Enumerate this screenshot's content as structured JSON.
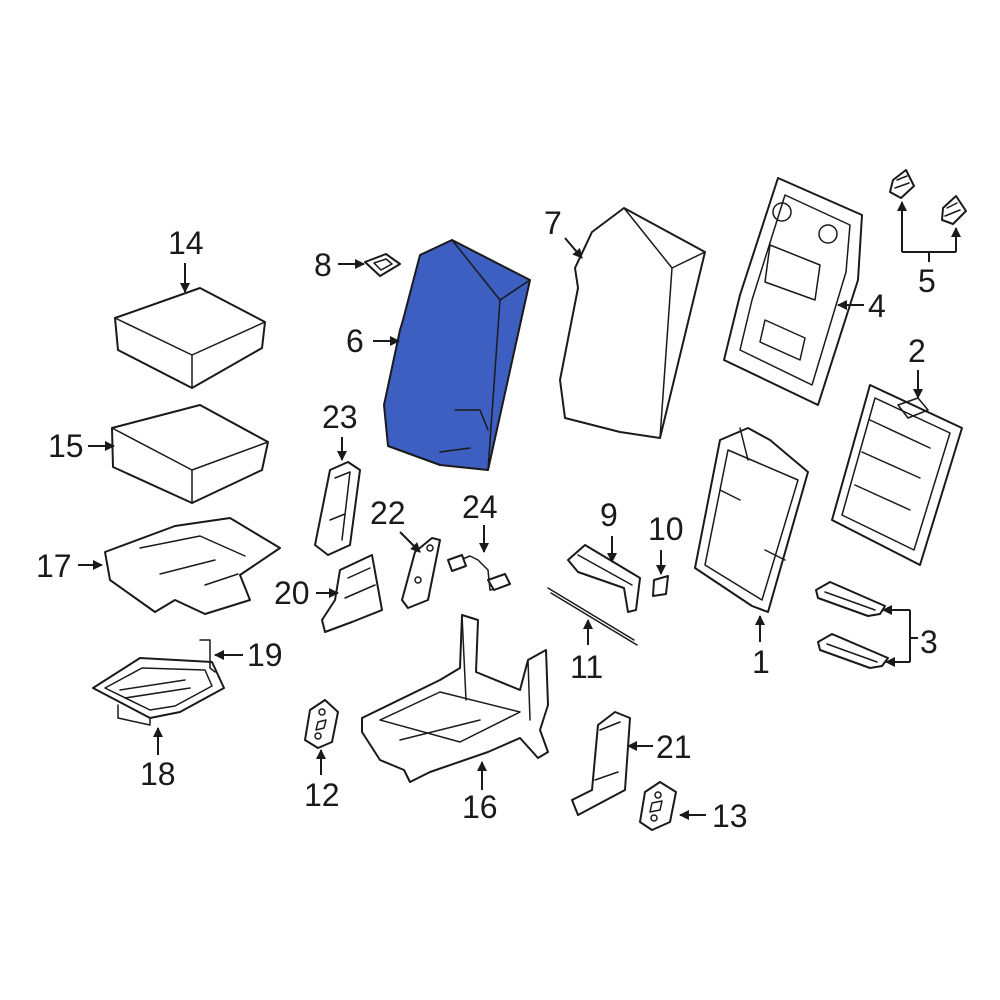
{
  "diagram": {
    "highlight_color": "#3d5fc2",
    "highlighted_part": "6",
    "callouts": {
      "p1": "1",
      "p2": "2",
      "p3": "3",
      "p4": "4",
      "p5": "5",
      "p6": "6",
      "p7": "7",
      "p8": "8",
      "p9": "9",
      "p10": "10",
      "p11": "11",
      "p12": "12",
      "p13": "13",
      "p14": "14",
      "p15": "15",
      "p16": "16",
      "p17": "17",
      "p18": "18",
      "p19": "19",
      "p20": "20",
      "p21": "21",
      "p22": "22",
      "p23": "23",
      "p24": "24"
    }
  }
}
